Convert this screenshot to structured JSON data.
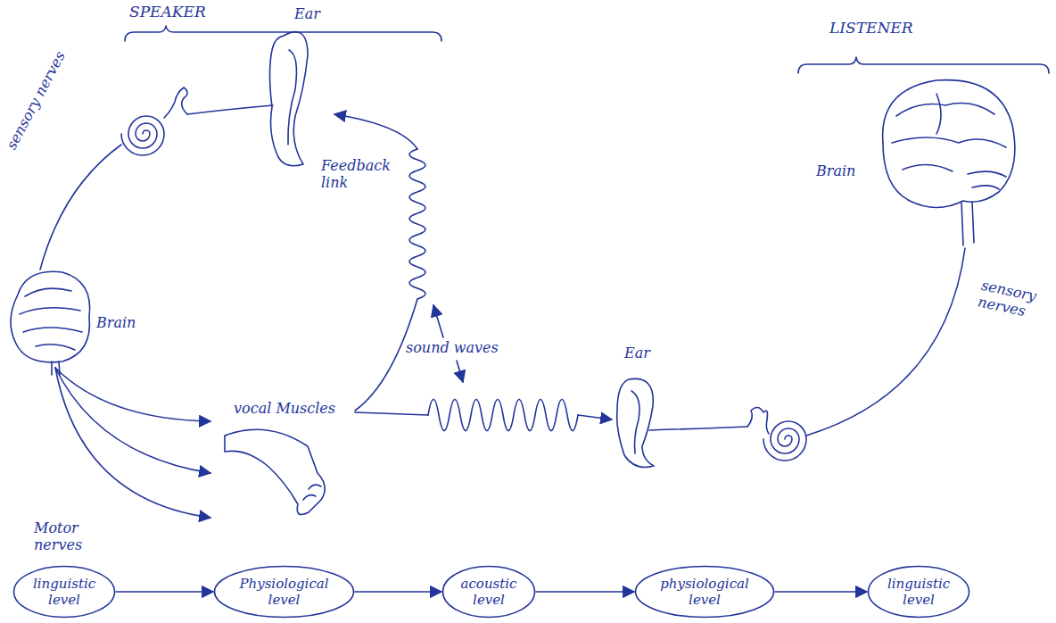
{
  "diagram": {
    "nodes": [
      {
        "text": [
          "linguistic level"
        ]
      },
      {
        "text": [
          "Physiological level"
        ]
      },
      {
        "text": [
          "acoustic level"
        ]
      },
      {
        "text": [
          "physiological level"
        ]
      },
      {
        "text": [
          "linguistic level"
        ]
      }
    ],
    "edges": [
      {
        "from": 0,
        "to": 1,
        "arrow": "to"
      },
      {
        "from": 1,
        "to": 2,
        "arrow": "to"
      },
      {
        "from": 2,
        "to": 3,
        "arrow": "to"
      },
      {
        "from": 3,
        "to": 4,
        "arrow": "to"
      }
    ],
    "labels": [
      "SPEAKER",
      "LISTENER",
      "Ear",
      "sensory nerves",
      "Feedback link",
      "Brain",
      "sound waves",
      "vocal Muscles",
      "Motor nerves",
      "Ear",
      "Brain",
      "sensory nerves"
    ]
  }
}
